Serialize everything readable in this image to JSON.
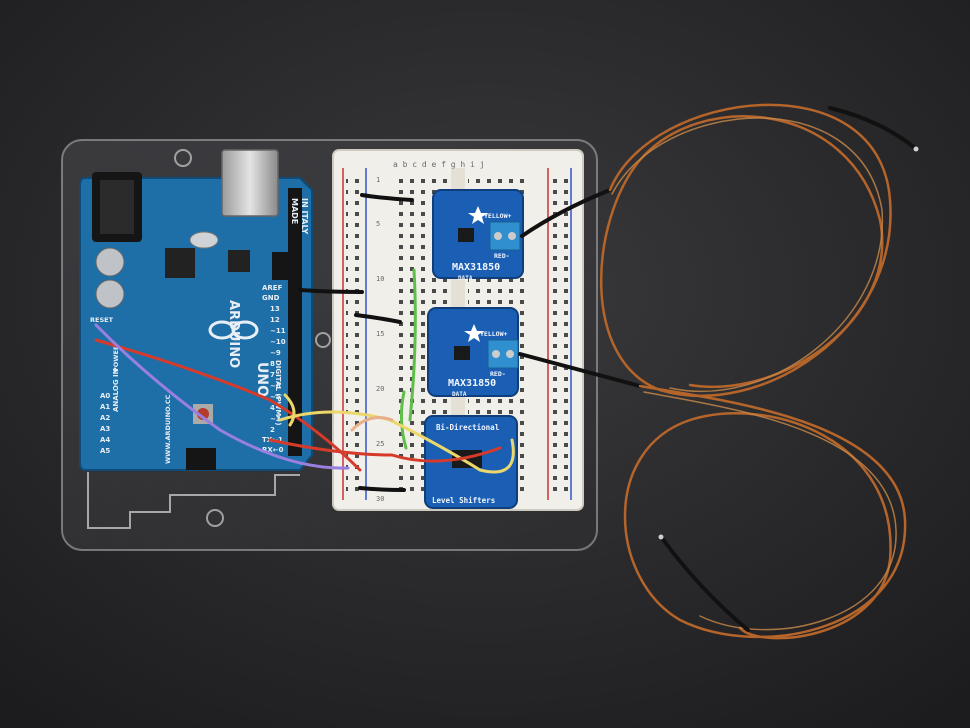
{
  "arduino": {
    "made_in": "MADE",
    "in_italy": "IN ITALY",
    "brand": "ARDUINO",
    "model": "UNO",
    "website": "WWW.ARDUINO.CC",
    "digital": "DIGITAL (PWM~)",
    "analog_in": "ANALOG IN",
    "power": "POWER",
    "reset": "RESET",
    "aref": "AREF",
    "gnd": "GND",
    "tx": "TX←1",
    "rx": "RX←0",
    "analog_pins": [
      "A0",
      "A1",
      "A2",
      "A3",
      "A4",
      "A5"
    ],
    "digital_pins": [
      "13",
      "12",
      "~11",
      "~10",
      "~9",
      "8",
      "7",
      "~6",
      "~5",
      "4",
      "~3",
      "2"
    ]
  },
  "breadboard": {
    "columns": "a b c d e   f g h i j",
    "row_labels": [
      "1",
      "5",
      "10",
      "15",
      "20",
      "25",
      "30"
    ]
  },
  "sensor1": {
    "name": "MAX31850",
    "label_data": "DATA",
    "label_yellow": "YELLOW+",
    "label_red": "RED-"
  },
  "sensor2": {
    "name": "MAX31850",
    "label_data": "DATA",
    "label_yellow": "YELLOW+",
    "label_red": "RED-"
  },
  "level_shifter": {
    "top_label": "Bi-Directional",
    "bottom_label": "Level Shifters"
  },
  "colors": {
    "background": "#2a2a2c",
    "arduino_pcb": "#1e6fa8",
    "breakout_pcb": "#1a5fb4",
    "breadboard": "#f1efe9",
    "thermocouple_wire": "#b5652a"
  }
}
